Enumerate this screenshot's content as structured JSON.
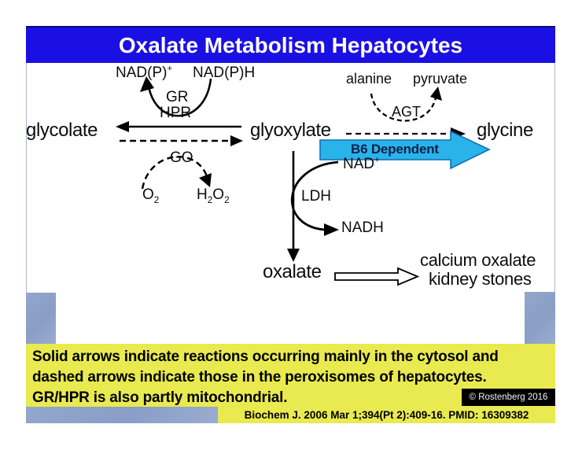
{
  "title": "Oxalate Metabolism Hepatocytes",
  "labels": {
    "nadp_plus": {
      "base": "NAD(P)",
      "sup": "+"
    },
    "nadph": "NAD(P)H",
    "gr": "GR",
    "hpr": "HPR",
    "go": "GO",
    "agt": "AGT",
    "ldh": "LDH",
    "glycolate": "glycolate",
    "glyoxylate": "glyoxylate",
    "glycine": "glycine",
    "alanine": "alanine",
    "pyruvate": "pyruvate",
    "o2": {
      "base": "O",
      "sub": "2"
    },
    "h2o2": {
      "p1": "H",
      "s1": "2",
      "p2": "O",
      "s2": "2"
    },
    "nad_plus": {
      "base": "NAD",
      "sup": "+"
    },
    "nadh": "NADH",
    "oxalate": "oxalate",
    "product_line1": "calcium oxalate",
    "product_line2": "kidney stones",
    "b6": "B6 Dependent"
  },
  "note": {
    "line1": "Solid arrows indicate reactions occurring mainly in the cytosol and",
    "line2": "dashed arrows indicate those in the peroxisomes of hepatocytes.",
    "line3": "GR/HPR is also partly mitochondrial."
  },
  "copyright": "© Rostenberg 2016",
  "citation": "Biochem J. 2006 Mar 1;394(Pt 2):409-16. PMID: 16309382",
  "colors": {
    "title_bg": "#1b10e3",
    "note_bg": "#e9ea4f",
    "b6_fill": "#2ab3e8",
    "b6_border": "#0e6fb5",
    "slide_bg_patch": "#91a4c9"
  }
}
